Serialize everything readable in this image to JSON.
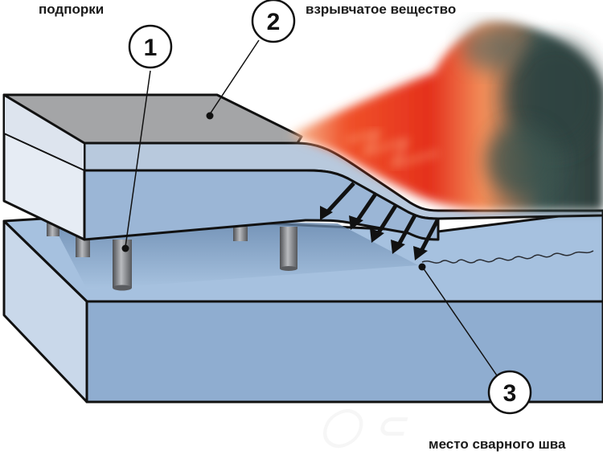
{
  "labels": {
    "supports": "подпорки",
    "explosive": "взрывчатое вещество",
    "weld_site": "место сварного шва"
  },
  "callouts": [
    "1",
    "2",
    "3"
  ],
  "colors": {
    "plate_top": "#a4a5a7",
    "plate_side": "#9bb6d6",
    "base_side": "#8fadd0",
    "base_top": "#a6c1df",
    "rod": "#7a7c80",
    "explosion_hot": "#e63a1e",
    "explosion_smoke": "#35504c"
  }
}
